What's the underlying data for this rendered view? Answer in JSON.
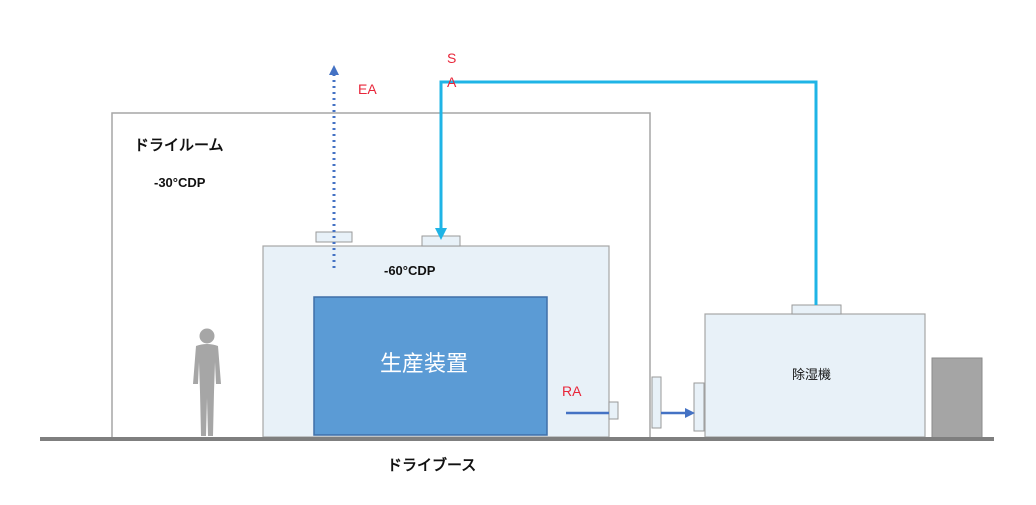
{
  "dry_room": {
    "label": "ドライルーム",
    "dew_point": "-30°CDP"
  },
  "dry_booth": {
    "label": "ドライブース",
    "dew_point": "-60°CDP"
  },
  "equipment": {
    "label": "生産装置"
  },
  "dehumidifier": {
    "label": "除湿機"
  },
  "airflows": {
    "exhaust": {
      "label": "EA",
      "color": "#4472c4",
      "style": "dotted"
    },
    "supply": {
      "label_letters": [
        "S",
        "A"
      ],
      "color": "#1fb4e6",
      "style": "solid"
    },
    "return": {
      "label": "RA",
      "color": "#4472c4",
      "style": "solid"
    }
  },
  "colors": {
    "booth_fill": "#e8f1f8",
    "equipment_fill": "#5b9bd5",
    "equipment_border": "#3f6fa8",
    "wall": "#a6a6a6",
    "floor": "#7f7f7f",
    "side_unit": "#a5a5a5",
    "label_red": "#e8263a"
  }
}
